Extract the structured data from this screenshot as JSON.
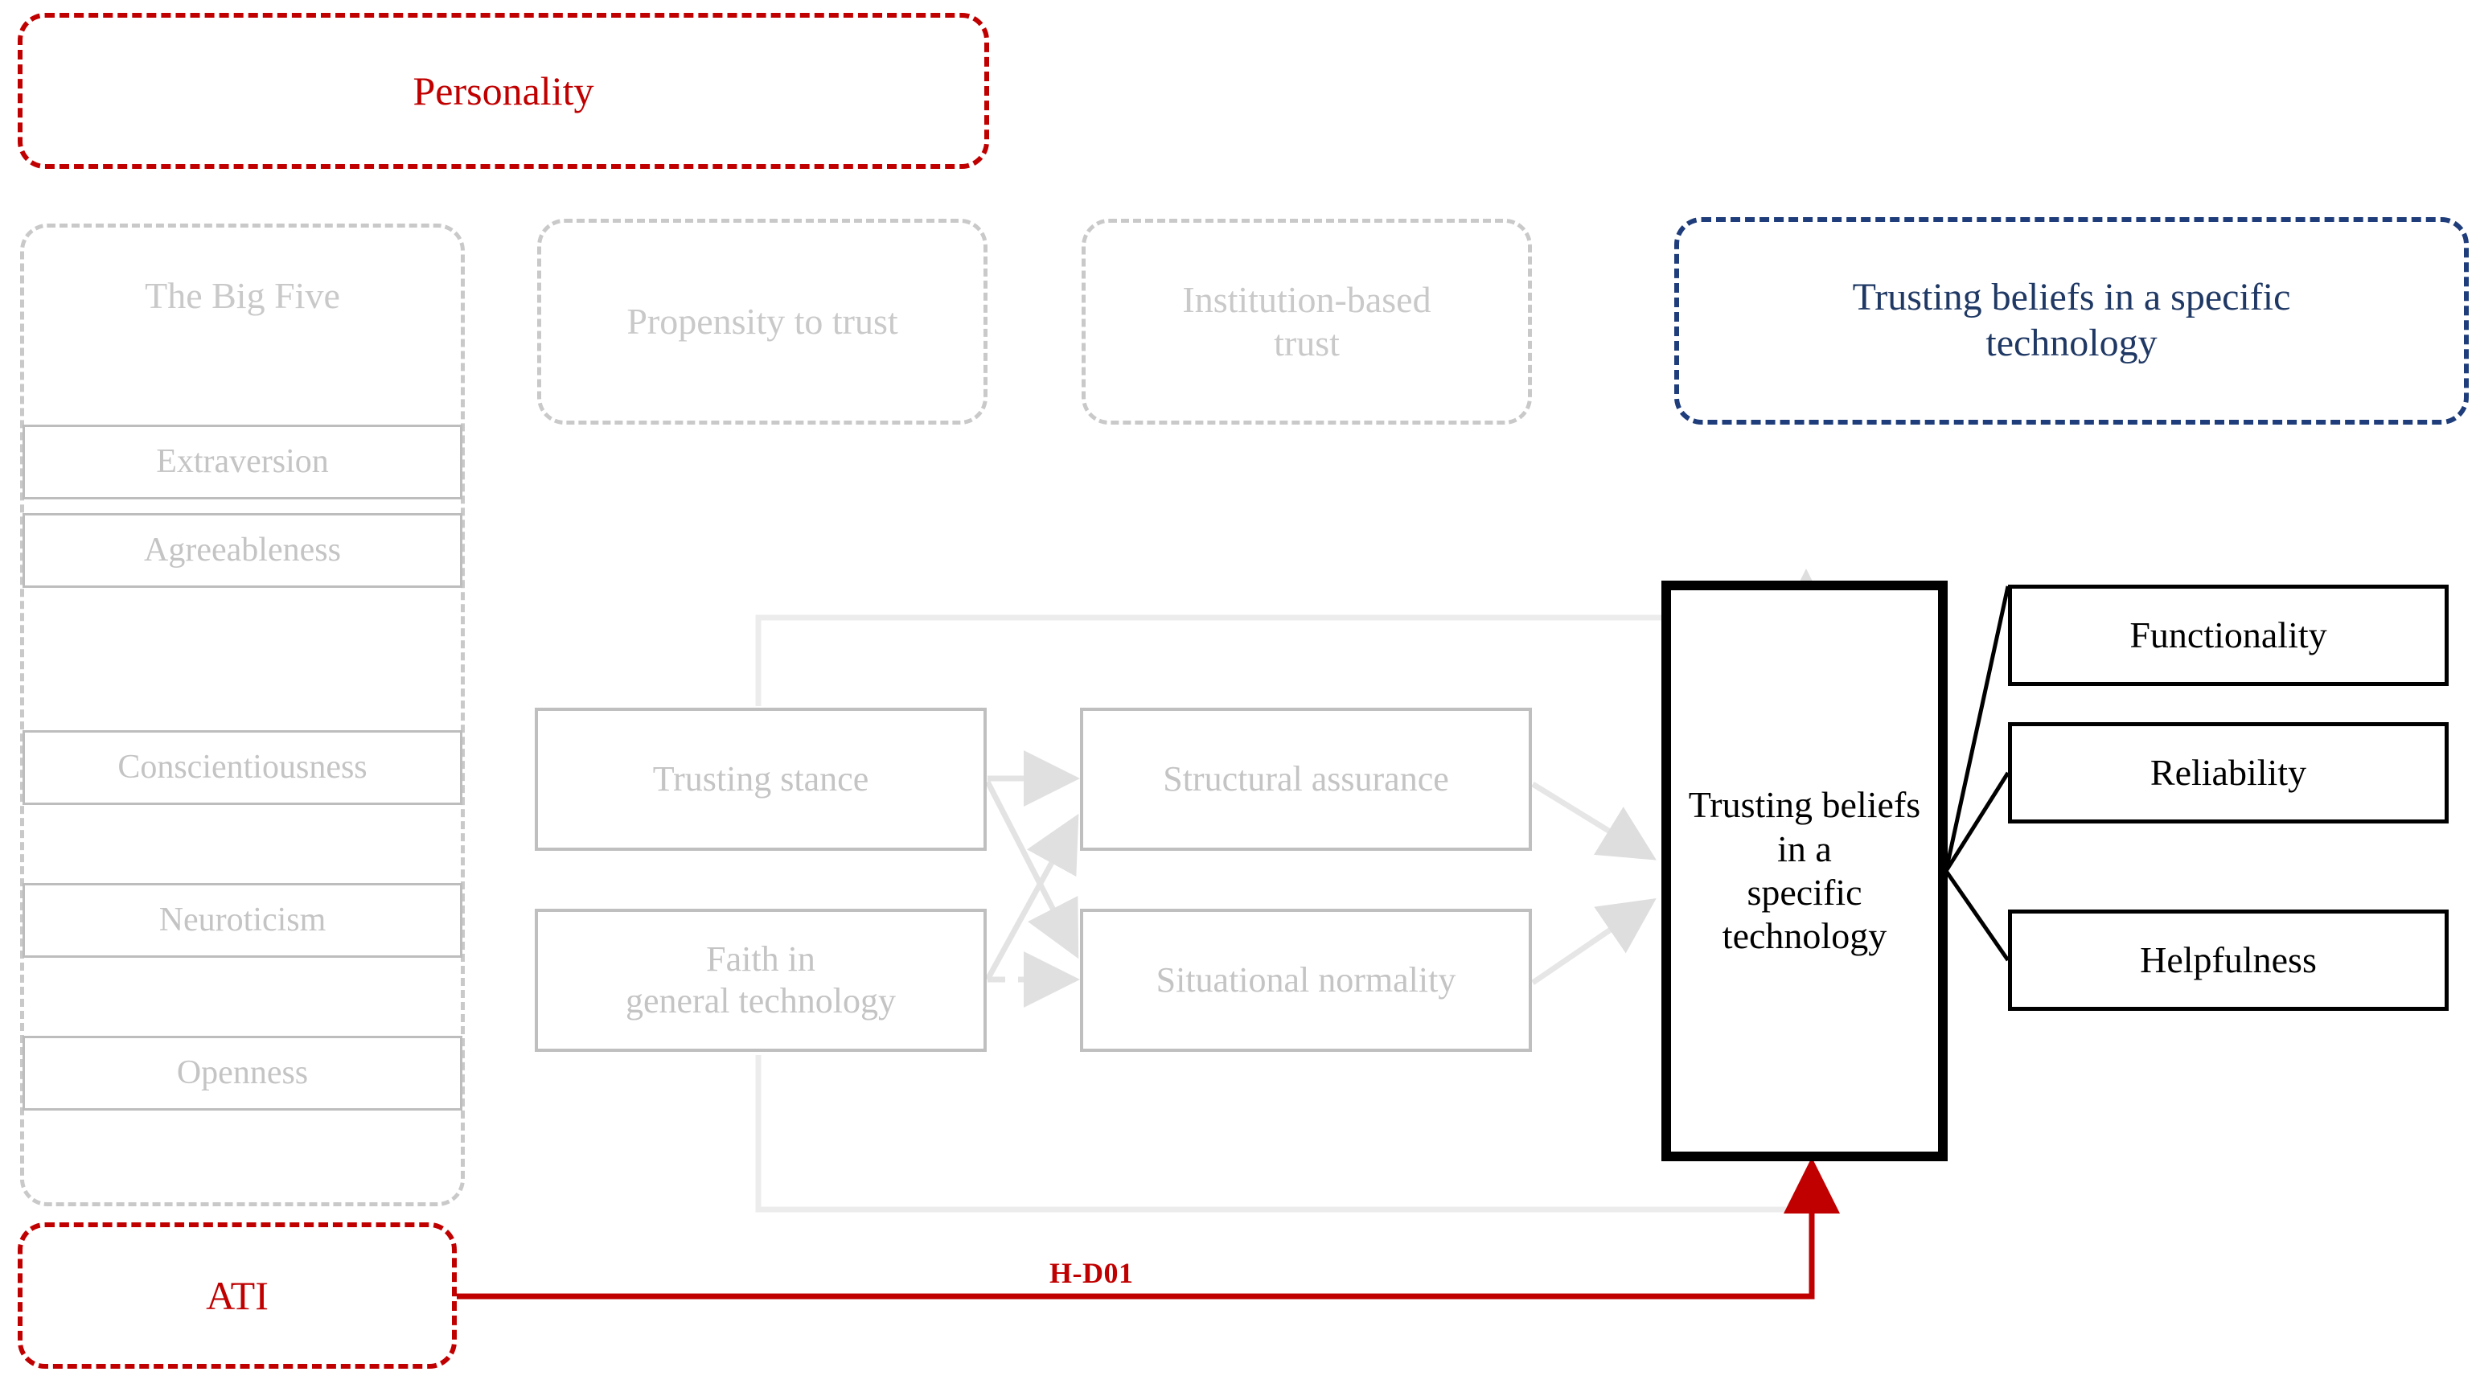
{
  "diagram": {
    "title_group": {
      "label": "Personality",
      "color": "#c00000"
    },
    "constructs_row": [
      {
        "label": "The Big Five",
        "color": "#c9c9c9",
        "state": "faded"
      },
      {
        "label": "Propensity to trust",
        "color": "#c9c9c9",
        "state": "faded"
      },
      {
        "label": "Institution-based\ntrust",
        "color": "#c9c9c9",
        "state": "faded"
      },
      {
        "label": "Trusting beliefs in a specific\ntechnology",
        "color": "#1f3864",
        "state": "highlighted"
      }
    ],
    "big_five_traits": [
      {
        "label": "Extraversion"
      },
      {
        "label": "Agreeableness"
      },
      {
        "label": "Conscientiousness"
      },
      {
        "label": "Neuroticism"
      },
      {
        "label": "Openness"
      }
    ],
    "mediators": [
      {
        "label": "Trusting stance"
      },
      {
        "label": "Structural assurance"
      },
      {
        "label": "Faith in\ngeneral technology"
      },
      {
        "label": "Situational normality"
      }
    ],
    "focal_construct": {
      "label": "Trusting beliefs in a\nspecific\ntechnology",
      "border_color": "#000000"
    },
    "outcomes": [
      {
        "label": "Functionality"
      },
      {
        "label": "Reliability"
      },
      {
        "label": "Helpfulness"
      }
    ],
    "predictor": {
      "label": "ATI",
      "color": "#c00000"
    },
    "hypothesis": {
      "label": "H-D01",
      "color": "#c00000"
    },
    "connector_colors": {
      "faded": "#e3e3e3",
      "mid": "#dcdcdc",
      "hypothesis": "#c00000",
      "outcome": "#000000"
    }
  }
}
